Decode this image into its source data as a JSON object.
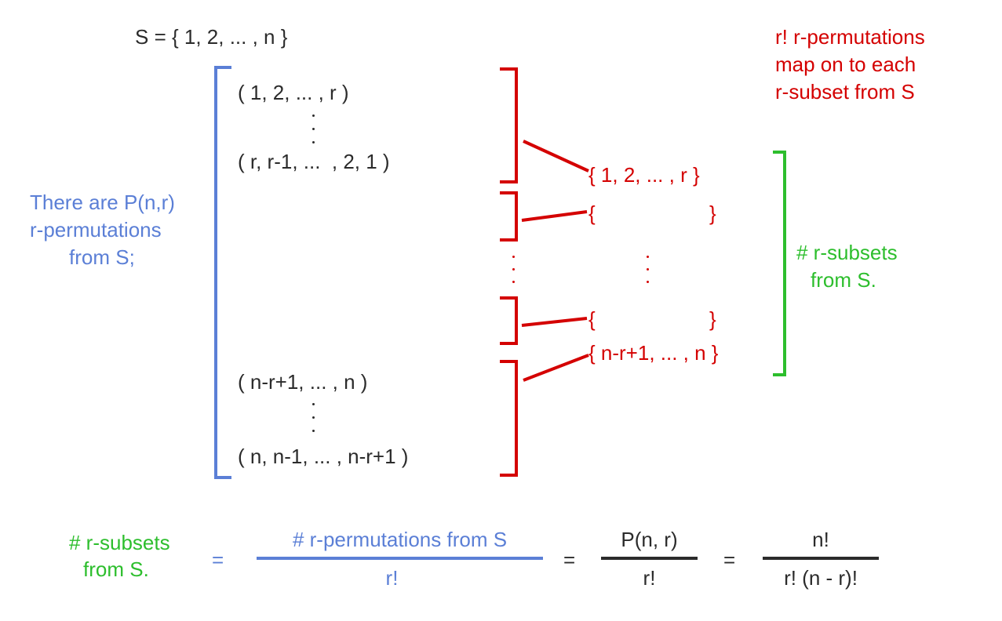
{
  "set_def": "S = { 1, 2, ... , n }",
  "permutations": {
    "first": "( 1, 2, ... , r )",
    "first_reversed": "( r, r-1, ...  , 2, 1 )",
    "last": "( n-r+1, ... , n )",
    "last_reversed": "( n, n-1, ... , n-r+1 )"
  },
  "left_note": [
    "There are P(n,r)",
    "r-permutations",
    "from S;"
  ],
  "top_right_note": [
    "r! r-permutations",
    "map on to each",
    "r-subset from S"
  ],
  "subsets": {
    "first": "{ 1, 2, ... , r }",
    "open_brace": "{",
    "close_brace": "}",
    "last": "{ n-r+1, ... , n }"
  },
  "right_note": [
    "# r-subsets",
    "from S."
  ],
  "formula": {
    "lhs": [
      "# r-subsets",
      "from S."
    ],
    "equals": "=",
    "frac1_num": "# r-permutations from S",
    "frac1_den": "r!",
    "frac2_num": "P(n, r)",
    "frac2_den": "r!",
    "frac3_num": "n!",
    "frac3_den": "r! (n - r)!"
  },
  "colors": {
    "blue": "#5b7fd6",
    "red": "#d40000",
    "green": "#2dbe2d",
    "black": "#2b2b2b"
  }
}
